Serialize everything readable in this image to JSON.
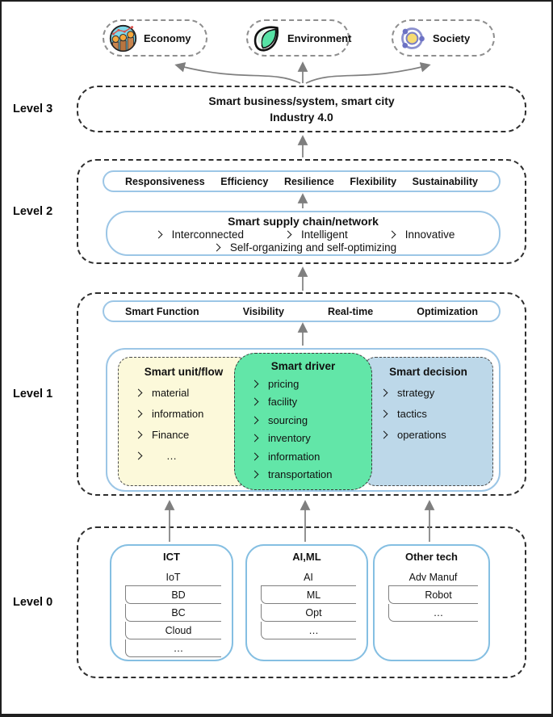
{
  "goals": [
    {
      "label": "Economy"
    },
    {
      "label": "Environment"
    },
    {
      "label": "Society"
    }
  ],
  "level3": {
    "label": "Level 3",
    "title_line1": "Smart business/system, smart city",
    "title_line2": "Industry 4.0"
  },
  "level2": {
    "label": "Level 2",
    "keywords": [
      "Responsiveness",
      "Efficiency",
      "Resilience",
      "Flexibility",
      "Sustainability"
    ],
    "box": {
      "title": "Smart supply chain/network",
      "features_row1": [
        "Interconnected",
        "Intelligent",
        "Innovative"
      ],
      "features_row2": [
        "Self-organizing and self-optimizing"
      ]
    }
  },
  "level1": {
    "label": "Level 1",
    "keywords": [
      "Smart Function",
      "Visibility",
      "Real-time",
      "Optimization"
    ],
    "groups": [
      {
        "title": "Smart unit/flow",
        "items": [
          "material",
          "information",
          "Finance",
          "…"
        ]
      },
      {
        "title": "Smart driver",
        "items": [
          "pricing",
          "facility",
          "sourcing",
          "inventory",
          "information",
          "transportation"
        ]
      },
      {
        "title": "Smart decision",
        "items": [
          "strategy",
          "tactics",
          "operations"
        ]
      }
    ]
  },
  "level0": {
    "label": "Level 0",
    "groups": [
      {
        "title": "ICT",
        "items": [
          "IoT",
          "BD",
          "BC",
          "Cloud",
          "…"
        ]
      },
      {
        "title": "AI,ML",
        "items": [
          "AI",
          "ML",
          "Opt",
          "…"
        ]
      },
      {
        "title": "Other tech",
        "items": [
          "Adv Manuf",
          "Robot",
          "…"
        ]
      }
    ]
  },
  "colors": {
    "accent_border": "#9cc6e6",
    "tech_border": "#85bfe2",
    "group_yellow": "#fcf9da",
    "group_green": "#62e6a8",
    "group_blue": "#bdd8e9",
    "arrow_gray": "#7f7f7f",
    "economy_icon_bg": "#7fd9ea",
    "environment_leaf": "#57e2a5",
    "society_ring": "#8b90ce",
    "society_center": "#f6db72"
  }
}
